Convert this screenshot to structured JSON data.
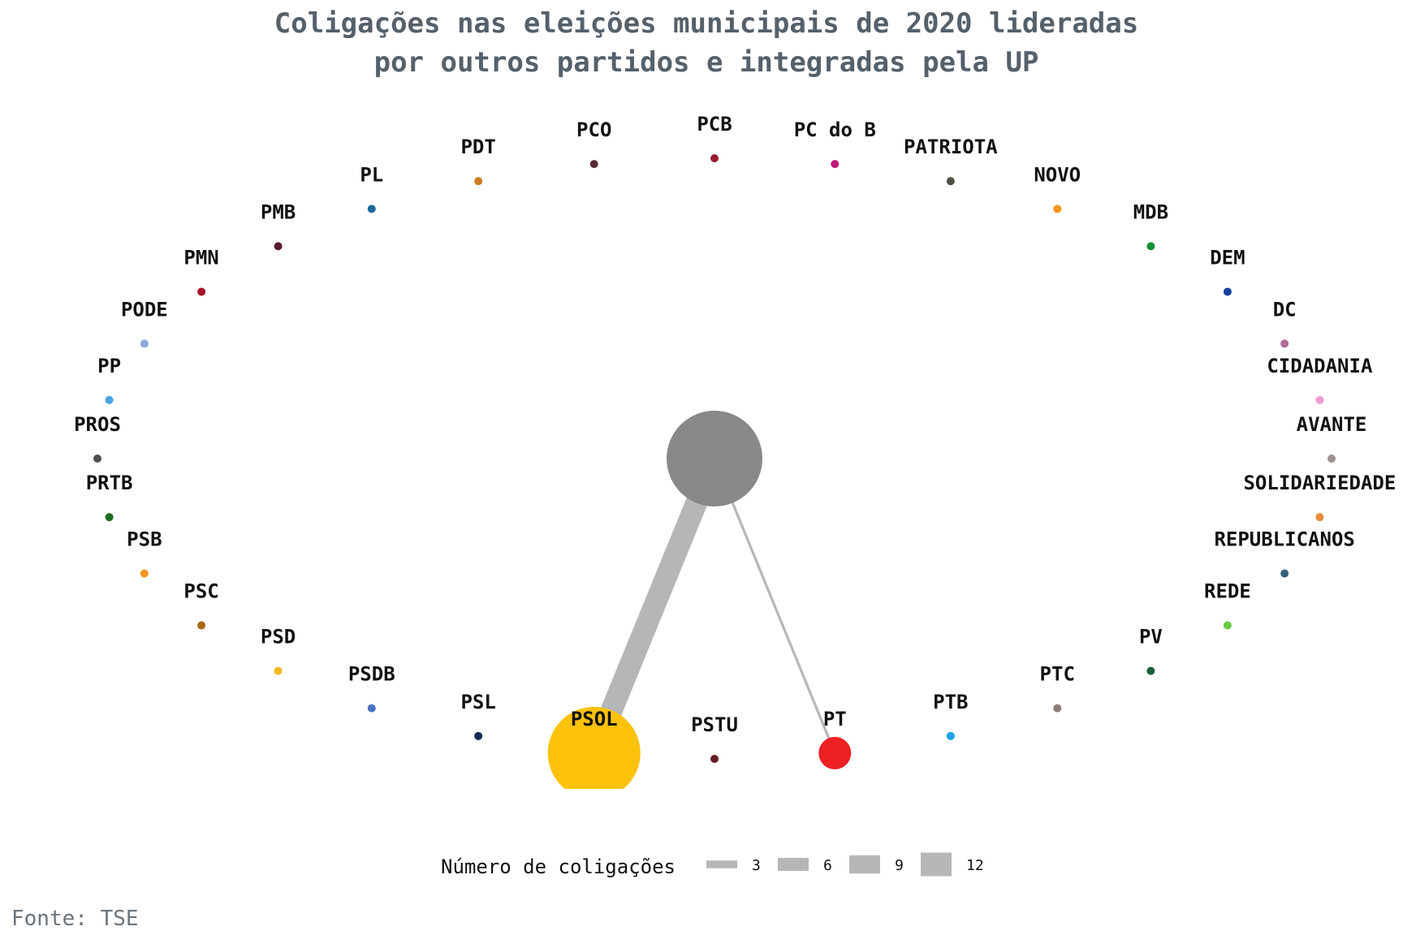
{
  "chart_data": {
    "type": "network",
    "title_lines": [
      "Coligações nas eleições municipais de 2020 lideradas",
      "por outros partidos e integradas pela UP"
    ],
    "center_node": {
      "color": "#87888a"
    },
    "nodes": [
      {
        "name": "PCB",
        "color": "#9b1b30"
      },
      {
        "name": "PC do B",
        "color": "#c2187a"
      },
      {
        "name": "PATRIOTA",
        "color": "#4f4f45"
      },
      {
        "name": "NOVO",
        "color": "#f7941d"
      },
      {
        "name": "MDB",
        "color": "#15913b"
      },
      {
        "name": "DEM",
        "color": "#1440a0"
      },
      {
        "name": "DC",
        "color": "#b06a98"
      },
      {
        "name": "CIDADANIA",
        "color": "#f29bd0"
      },
      {
        "name": "AVANTE",
        "color": "#a09191"
      },
      {
        "name": "SOLIDARIEDADE",
        "color": "#e98b3a"
      },
      {
        "name": "REPUBLICANOS",
        "color": "#35607e"
      },
      {
        "name": "REDE",
        "color": "#66cc44"
      },
      {
        "name": "PV",
        "color": "#1b5e3b"
      },
      {
        "name": "PTC",
        "color": "#8a7d75"
      },
      {
        "name": "PTB",
        "color": "#1aa3e8"
      },
      {
        "name": "PT",
        "color": "#ed2024"
      },
      {
        "name": "PSTU",
        "color": "#6b1a25"
      },
      {
        "name": "PSOL",
        "color": "#fdc20b"
      },
      {
        "name": "PSL",
        "color": "#0f2b57"
      },
      {
        "name": "PSDB",
        "color": "#4a72c2"
      },
      {
        "name": "PSD",
        "color": "#f5b81c"
      },
      {
        "name": "PSC",
        "color": "#a86a12"
      },
      {
        "name": "PSB",
        "color": "#f29522"
      },
      {
        "name": "PRTB",
        "color": "#1c6e1c"
      },
      {
        "name": "PROS",
        "color": "#4d4d4d"
      },
      {
        "name": "PP",
        "color": "#45a7e0"
      },
      {
        "name": "PODE",
        "color": "#8ea8da"
      },
      {
        "name": "PMN",
        "color": "#a8122a"
      },
      {
        "name": "PMB",
        "color": "#5a1830"
      },
      {
        "name": "PL",
        "color": "#1a6a9a"
      },
      {
        "name": "PDT",
        "color": "#d07a20"
      },
      {
        "name": "PCO",
        "color": "#5a2a35"
      }
    ],
    "edges": [
      {
        "target": "PSOL",
        "value": 12
      },
      {
        "target": "PT",
        "value": 1
      }
    ],
    "edge_color": "#b5b6b8",
    "legend": {
      "title": "Número de coligações",
      "values": [
        3,
        6,
        9,
        12
      ]
    },
    "caption": "Fonte: TSE"
  }
}
